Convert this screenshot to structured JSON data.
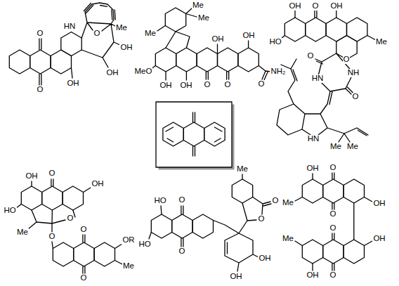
{
  "diagram": {
    "labels": [
      "O",
      "O",
      "OH",
      "HN",
      "O",
      "Me",
      "OH",
      "OH",
      "Me",
      "Me",
      "Me",
      "MeO",
      "OH",
      "OH",
      "O",
      "O",
      "OH",
      "OH",
      "O",
      "NH₂",
      "OH",
      "O",
      "OH",
      "HO",
      "Me",
      "O",
      "O",
      "NH",
      "O",
      "HN",
      "HN",
      "Me",
      "Me",
      "OH",
      "O",
      "OH",
      "HO",
      "Me",
      "O",
      "O",
      "O",
      "O",
      "OR",
      "Me",
      "HO",
      "O",
      "HO",
      "O",
      "Me",
      "O",
      "O",
      "OH",
      "OH",
      "OH",
      "O",
      "Me",
      "O",
      "OH",
      "O",
      "O",
      "Me",
      "OH",
      "OH"
    ]
  }
}
